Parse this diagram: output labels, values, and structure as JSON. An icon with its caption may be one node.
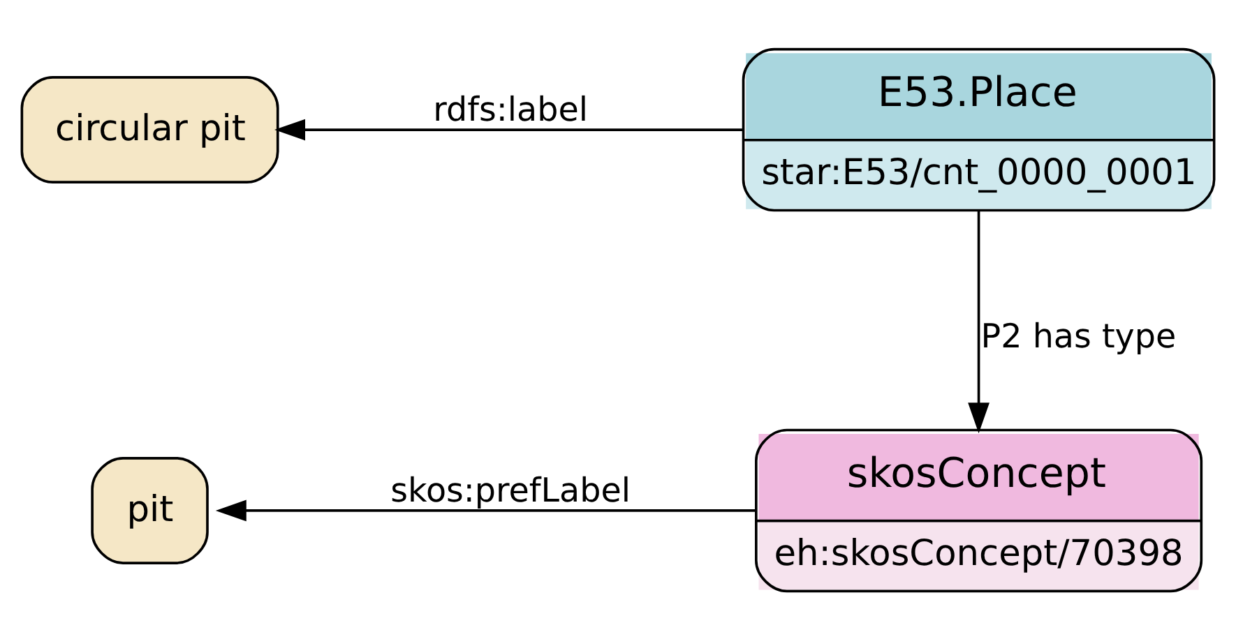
{
  "diagram": {
    "nodes": [
      {
        "text": [
          "circular pit"
        ]
      },
      {
        "text": [
          "E53.Place",
          "star:E53/cnt_0000_0001"
        ]
      },
      {
        "text": [
          "pit"
        ]
      },
      {
        "text": [
          "skosConcept",
          "eh:skosConcept/70398"
        ]
      }
    ],
    "edges": [
      {
        "from": 1,
        "to": 0,
        "arrow": "to",
        "label": "rdfs:label"
      },
      {
        "from": 1,
        "to": 3,
        "arrow": "to",
        "label": "P2 has type"
      },
      {
        "from": 3,
        "to": 2,
        "arrow": "to",
        "label": "skos:prefLabel"
      }
    ]
  }
}
